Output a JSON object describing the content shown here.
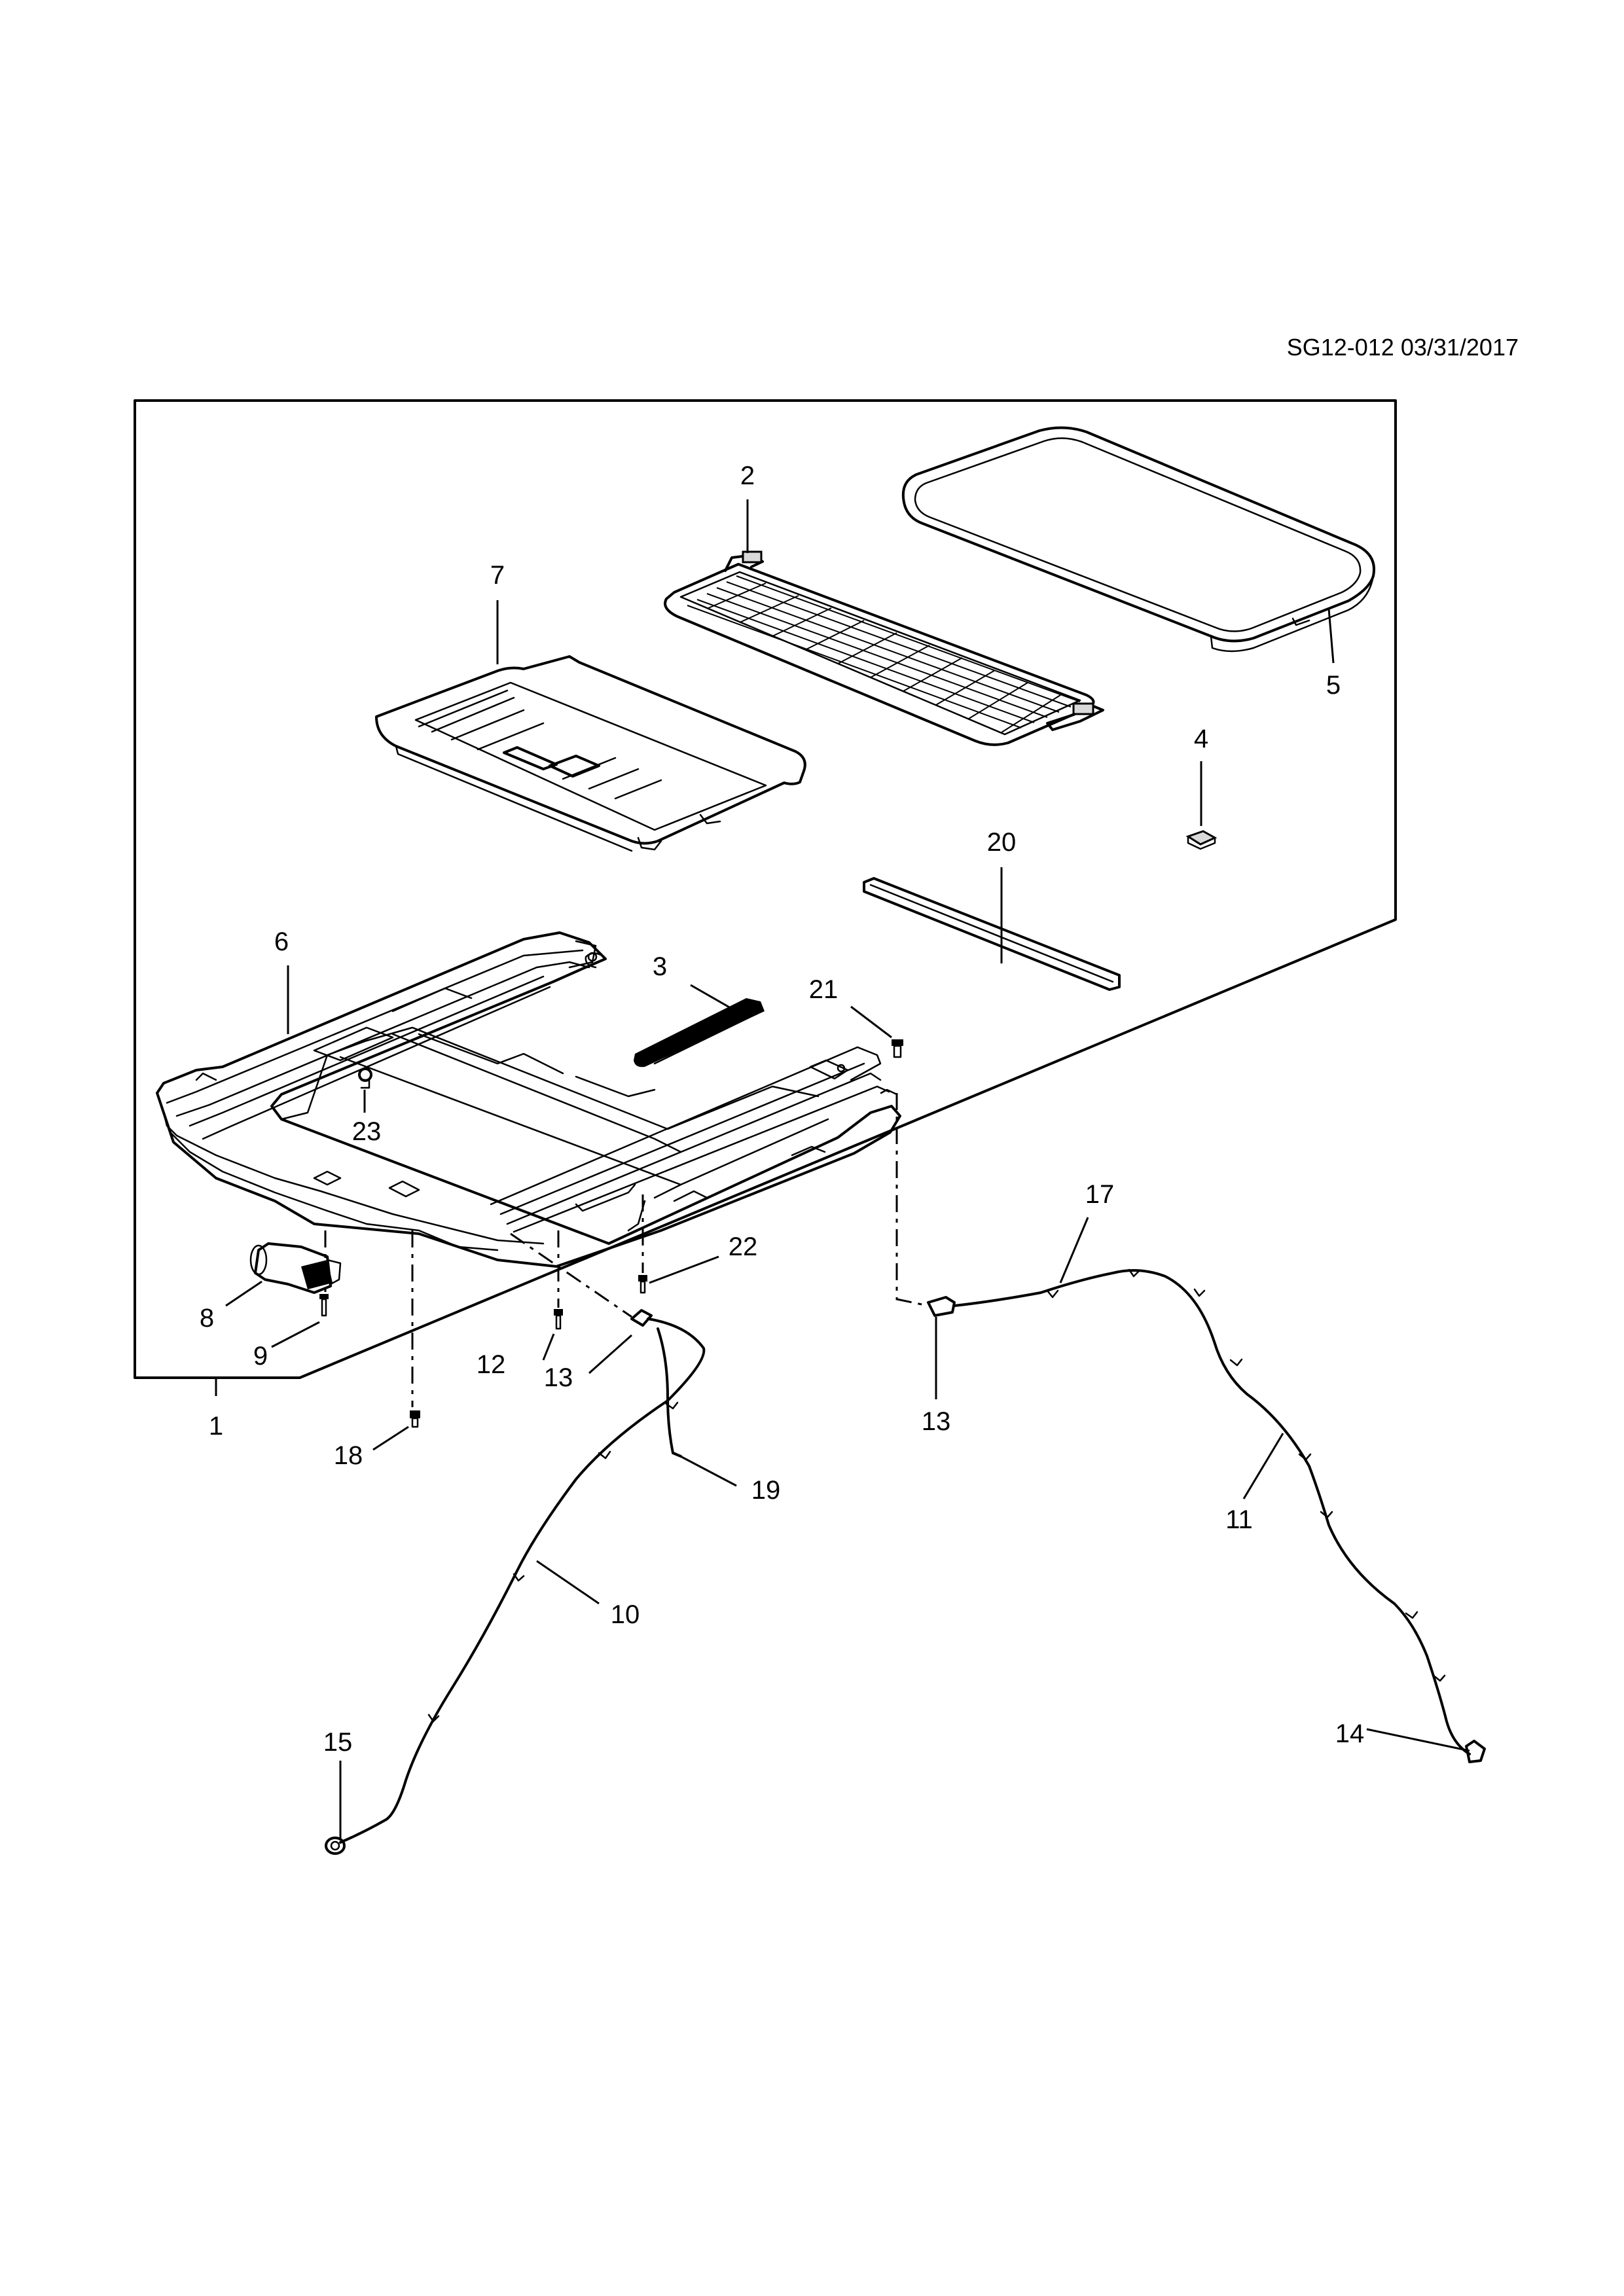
{
  "header": {
    "code": "SG12-012 03/31/2017"
  },
  "callouts": [
    {
      "id": "c1",
      "label": "1"
    },
    {
      "id": "c2",
      "label": "2"
    },
    {
      "id": "c3",
      "label": "3"
    },
    {
      "id": "c4",
      "label": "4"
    },
    {
      "id": "c5",
      "label": "5"
    },
    {
      "id": "c6",
      "label": "6"
    },
    {
      "id": "c7",
      "label": "7"
    },
    {
      "id": "c8",
      "label": "8"
    },
    {
      "id": "c9",
      "label": "9"
    },
    {
      "id": "c10",
      "label": "10"
    },
    {
      "id": "c11",
      "label": "11"
    },
    {
      "id": "c12",
      "label": "12"
    },
    {
      "id": "c13a",
      "label": "13"
    },
    {
      "id": "c13b",
      "label": "13"
    },
    {
      "id": "c14",
      "label": "14"
    },
    {
      "id": "c15",
      "label": "15"
    },
    {
      "id": "c17",
      "label": "17"
    },
    {
      "id": "c18",
      "label": "18"
    },
    {
      "id": "c19",
      "label": "19"
    },
    {
      "id": "c20",
      "label": "20"
    },
    {
      "id": "c21",
      "label": "21"
    },
    {
      "id": "c22",
      "label": "22"
    },
    {
      "id": "c23",
      "label": "23"
    }
  ]
}
